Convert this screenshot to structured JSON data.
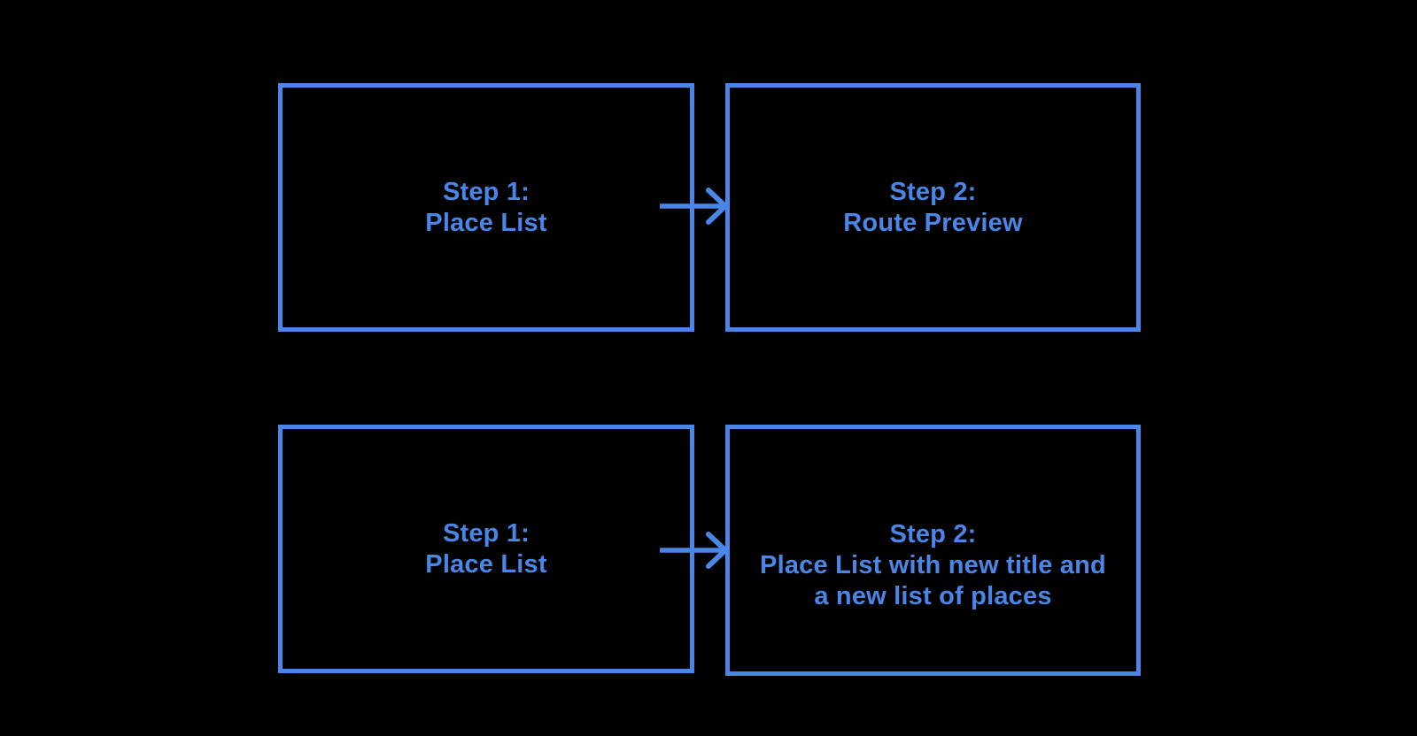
{
  "diagram": {
    "background_color": "#000000",
    "accent_color": "#4a86e8",
    "flows": [
      {
        "source": {
          "lines": [
            "Step 1:",
            "Place List"
          ]
        },
        "connector_icon": "right-arrow-icon",
        "target": {
          "lines": [
            "Step 2:",
            "Route Preview"
          ]
        }
      },
      {
        "source": {
          "lines": [
            "Step 1:",
            "Place List"
          ]
        },
        "connector_icon": "right-arrow-icon",
        "target": {
          "lines": [
            "Step 2:",
            "Place List with new title and",
            "a new list of places"
          ]
        }
      }
    ]
  }
}
